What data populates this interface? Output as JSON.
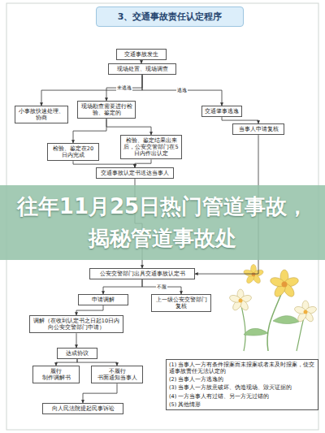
{
  "diagram": {
    "title": "3、交通事故责任认定程序",
    "nodes": [
      {
        "text": [
          "交通事故发生"
        ]
      },
      {
        "text": [
          "现场处置、现场调查"
        ]
      },
      {
        "text": [
          "小事故快速处理、协商"
        ]
      },
      {
        "text": [
          "现场勘查需要进行检验、鉴定的"
        ]
      },
      {
        "text": [
          "交通肇事逃逸"
        ]
      },
      {
        "text": [
          "当事人申请复核"
        ]
      },
      {
        "text": [
          "检验、鉴定在20日内完成"
        ]
      },
      {
        "text": [
          "检验、鉴定结果出来后，公安交管部门在5日内作出认定"
        ]
      },
      {
        "text": [
          "交通事故认定书送达当事人"
        ]
      },
      {
        "text": [
          "公安交警部门出具交通事故认定书"
        ]
      },
      {
        "text": [
          "申请调解"
        ]
      },
      {
        "text": [
          "上一级公安交警部门复核"
        ]
      },
      {
        "text": [
          "调解（在收到认定书之日起10日内向公安交警部门申请）"
        ]
      },
      {
        "text": [
          "达成协议"
        ]
      },
      {
        "text": [
          "履行",
          "制作调解书"
        ]
      },
      {
        "text": [
          "不履行",
          "书面通知当事人"
        ]
      },
      {
        "text": [
          "向人民法院提起民事诉讼"
        ]
      },
      {
        "text": [
          "(1) 当事人一方有条件报案而未报案或者未及时报案，使交通事故责任无法认定的",
          "(2) 当事人一方逃逸的",
          "(3) 当事人一方故意破坏、伪造现场、毁灭证据的",
          "(4) 一方当事人有过错、另一方无过错的",
          "(5) 其他情形"
        ]
      }
    ],
    "edges": [
      {
        "from": 0,
        "to": 1,
        "arrow": "to"
      },
      {
        "from": 1,
        "to": 2,
        "arrow": "to"
      },
      {
        "from": 1,
        "to": 3,
        "label": "未逃逸",
        "arrow": "to"
      },
      {
        "from": 1,
        "to": 4,
        "label": "逃逸",
        "arrow": "to"
      },
      {
        "from": 4,
        "to": 5,
        "arrow": "to"
      },
      {
        "from": 3,
        "to": 6,
        "arrow": "to"
      },
      {
        "from": 3,
        "to": 7,
        "arrow": "to"
      },
      {
        "from": 6,
        "to": 8,
        "arrow": "to"
      },
      {
        "from": 7,
        "to": 8,
        "arrow": "to"
      },
      {
        "from": 8,
        "to": 9,
        "arrow": "to"
      },
      {
        "from": 5,
        "to": 9,
        "arrow": "to"
      },
      {
        "from": 9,
        "to": 10,
        "arrow": "to"
      },
      {
        "from": 9,
        "to": 11,
        "label": "不服",
        "arrow": "to"
      },
      {
        "from": 10,
        "to": 12,
        "arrow": "to"
      },
      {
        "from": 12,
        "to": 13,
        "arrow": "to"
      },
      {
        "from": 13,
        "to": 14,
        "arrow": "to"
      },
      {
        "from": 13,
        "to": 15,
        "arrow": "to"
      },
      {
        "from": 15,
        "to": 16,
        "arrow": "to"
      }
    ],
    "labels": [
      "往年11月25日热门管道事故，揭秘管道事故处"
    ]
  }
}
